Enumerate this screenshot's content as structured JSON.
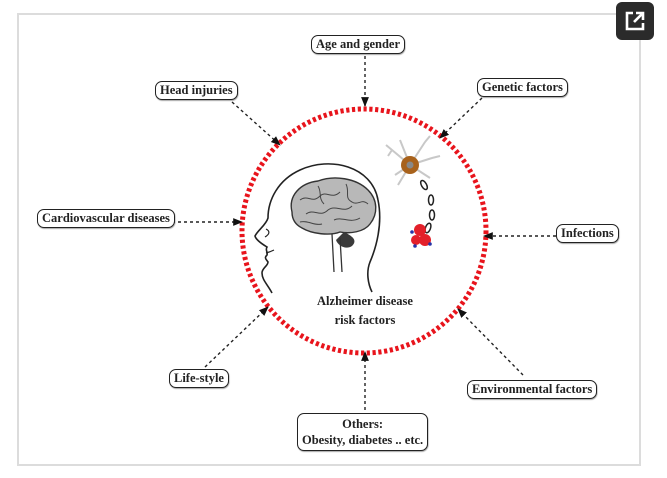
{
  "toolbar": {
    "expand_icon": "open-in-new-window-icon"
  },
  "diagram": {
    "center_title_line1": "Alzheimer disease",
    "center_title_line2": "risk factors",
    "ring_color": "#e8141c",
    "illustrations": [
      "head-with-brain-icon",
      "neuron-with-amyloid-icon"
    ],
    "factors": [
      {
        "id": "age",
        "label": "Age and gender"
      },
      {
        "id": "genetic",
        "label": "Genetic factors"
      },
      {
        "id": "head",
        "label": "Head injuries"
      },
      {
        "id": "cardio",
        "label": "Cardiovascular diseases"
      },
      {
        "id": "infections",
        "label": "Infections"
      },
      {
        "id": "lifestyle",
        "label": "Life-style"
      },
      {
        "id": "environmental",
        "label": "Environmental factors"
      },
      {
        "id": "others",
        "label_line1": "Others:",
        "label_line2": "Obesity, diabetes .. etc."
      }
    ]
  }
}
